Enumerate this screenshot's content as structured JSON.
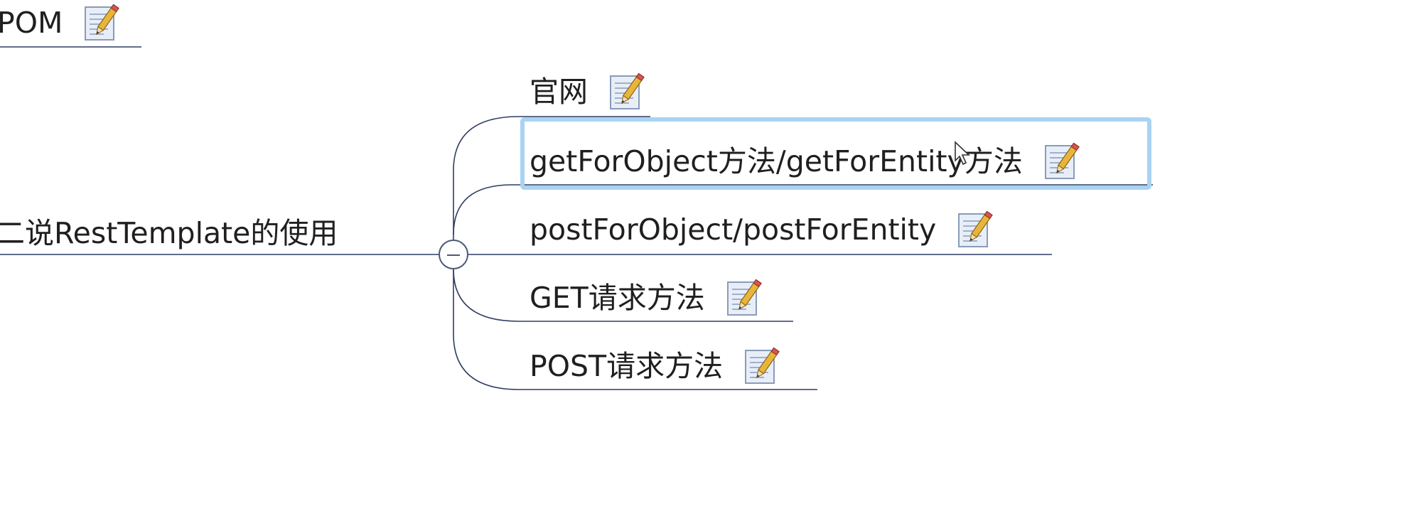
{
  "mindmap": {
    "top_node": {
      "label": "POM",
      "has_note": true
    },
    "root": {
      "label": "二说RestTemplate的使用",
      "collapse_symbol": "−"
    },
    "children": [
      {
        "label": "官网",
        "has_note": true
      },
      {
        "label": "getForObject方法/getForEntity方法",
        "has_note": true,
        "selected": true
      },
      {
        "label": "postForObject/postForEntity",
        "has_note": true
      },
      {
        "label": "GET请求方法",
        "has_note": true
      },
      {
        "label": "POST请求方法",
        "has_note": true
      }
    ]
  },
  "colors": {
    "line": "#2f3d63",
    "selection": "#a9d3f3",
    "note_pencil": "#e8b53a",
    "note_paper": "#e8eef8"
  },
  "icons": {
    "note": "note-pencil-icon",
    "collapse": "collapse-minus-icon",
    "cursor": "mouse-pointer-icon"
  }
}
